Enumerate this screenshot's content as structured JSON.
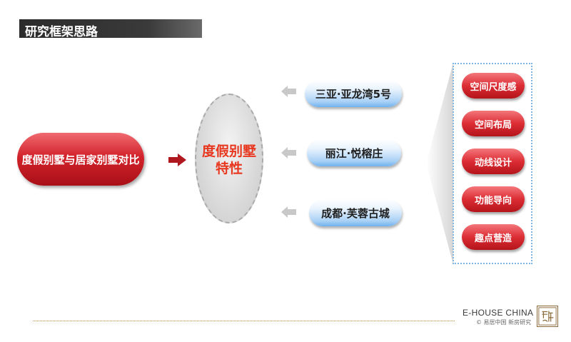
{
  "header": {
    "title": "研究框架思路"
  },
  "left_node": {
    "label": "度假别墅与居家别墅对比"
  },
  "center_node": {
    "line1": "度假别墅",
    "line2": "特性"
  },
  "cases": [
    {
      "label": "三亚·亚龙湾5号"
    },
    {
      "label": "丽江·悦榕庄"
    },
    {
      "label": "成都·芙蓉古城"
    }
  ],
  "aspects": [
    {
      "label": "空间尺度感"
    },
    {
      "label": "空间布局"
    },
    {
      "label": "动线设计"
    },
    {
      "label": "功能导向"
    },
    {
      "label": "趣点营造"
    }
  ],
  "footer": {
    "brand": "E-HOUSE CHINA",
    "sub": "© 易居中国 新房研究",
    "seal_chars": "易居"
  },
  "colors": {
    "accent_red": "#d2232b",
    "blue_light": "#a9d0f5",
    "title_bar": "#2b2b2b",
    "ellipse_text": "#e8371f"
  }
}
